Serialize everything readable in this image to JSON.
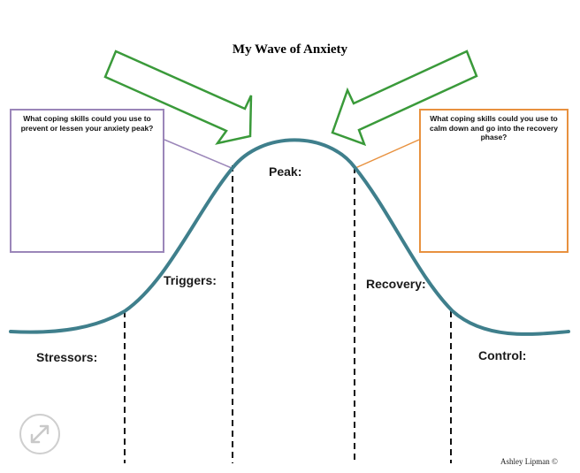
{
  "title": "My Wave of Anxiety",
  "left_box": {
    "text": "What coping skills could you use to prevent or lessen your anxiety peak?"
  },
  "right_box": {
    "text": "What coping skills could you use to calm down and go into the recovery phase?"
  },
  "stages": {
    "peak": "Peak:",
    "triggers": "Triggers:",
    "recovery": "Recovery:",
    "stressors": "Stressors:",
    "control": "Control:"
  },
  "author": "Ashley Lipman ©",
  "icons": {
    "expand": "expand-arrows-icon"
  },
  "colors": {
    "wave": "#3f7f8c",
    "arrows": "#3a9a3a",
    "left_box_border": "#9b86b9",
    "right_box_border": "#e8913f",
    "dashed_lines": "#111111"
  }
}
